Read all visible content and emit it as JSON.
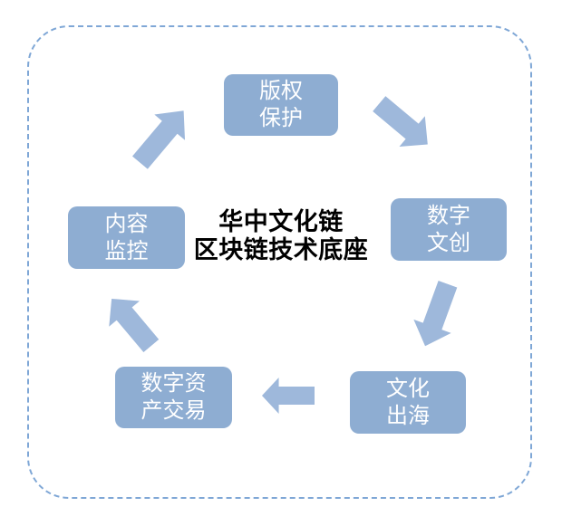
{
  "diagram": {
    "center_title": {
      "line1": "华中文化链",
      "line2": "区块链技术底座"
    },
    "nodes": [
      {
        "id": "copyright-protection",
        "line1": "版权",
        "line2": "保护"
      },
      {
        "id": "digital-cultural-creation",
        "line1": "数字",
        "line2": "文创"
      },
      {
        "id": "culture-going-abroad",
        "line1": "文化",
        "line2": "出海"
      },
      {
        "id": "digital-asset-trading",
        "line1": "数字资",
        "line2": "产交易"
      },
      {
        "id": "content-monitoring",
        "line1": "内容",
        "line2": "监控"
      }
    ],
    "flow": [
      {
        "from": "copyright-protection",
        "to": "digital-cultural-creation"
      },
      {
        "from": "digital-cultural-creation",
        "to": "culture-going-abroad"
      },
      {
        "from": "culture-going-abroad",
        "to": "digital-asset-trading"
      },
      {
        "from": "digital-asset-trading",
        "to": "content-monitoring"
      },
      {
        "from": "content-monitoring",
        "to": "copyright-protection"
      }
    ],
    "colors": {
      "node_fill": "#8EADD2",
      "arrow_fill": "#9EB8DB",
      "frame_border": "#7FA7D6",
      "node_text": "#FFFFFF",
      "title_text": "#000000"
    }
  }
}
